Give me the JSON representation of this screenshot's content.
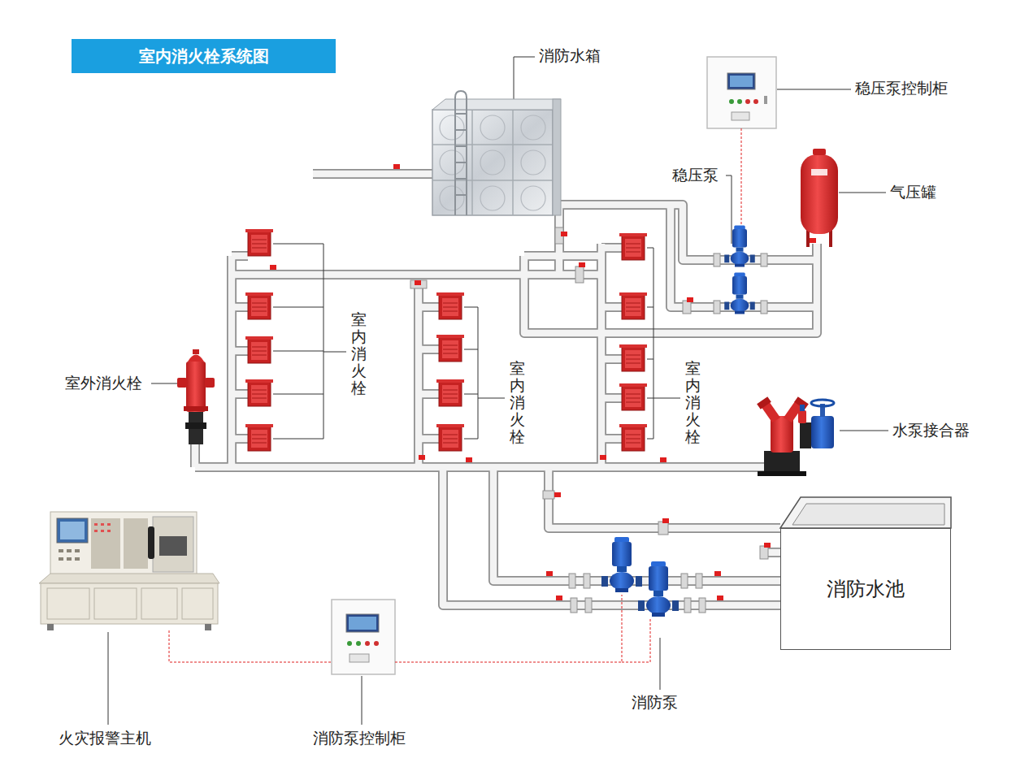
{
  "diagram": {
    "title": "室内消火栓系统图",
    "nodes": [
      {
        "text": [
          "消防水池"
        ]
      }
    ],
    "labels": [
      "消防水箱",
      "稳压泵控制柜",
      "稳压泵",
      "气压罐",
      "室内消火栓",
      "室外消火栓",
      "室内消火栓",
      "室内消火栓",
      "水泵接合器",
      "消防泵",
      "火灾报警主机",
      "消防泵控制柜"
    ]
  }
}
